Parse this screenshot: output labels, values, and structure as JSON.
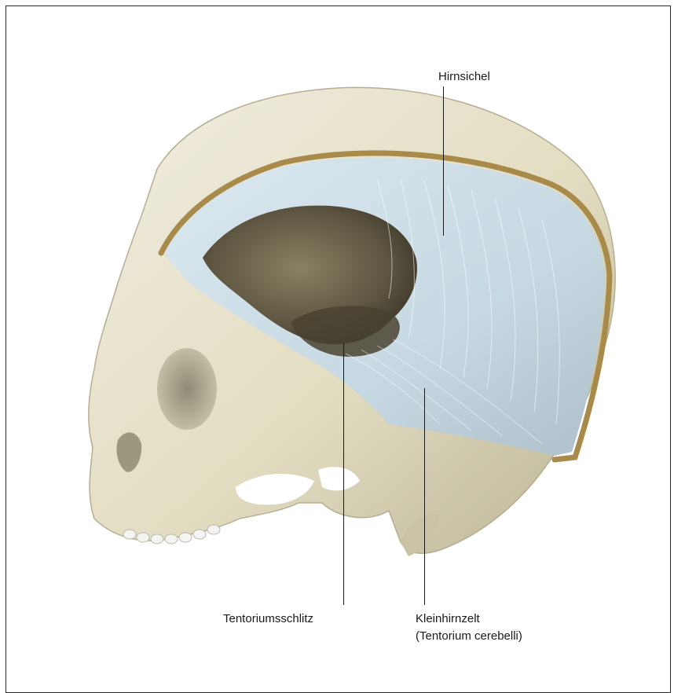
{
  "labels": {
    "hirnsichel": "Hirnsichel",
    "tentoriumsschlitz": "Tentoriumsschlitz",
    "kleinhirnzelt": "Kleinhirnzelt",
    "kleinhirnzelt_sub": "(Tentorium cerebelli)"
  },
  "colors": {
    "bone": "#e6e1c6",
    "bone_shadow": "#bdb69a",
    "cut_edge": "#a88a4a",
    "membrane": "#cfe0ea",
    "cavity": "#6f6650"
  }
}
